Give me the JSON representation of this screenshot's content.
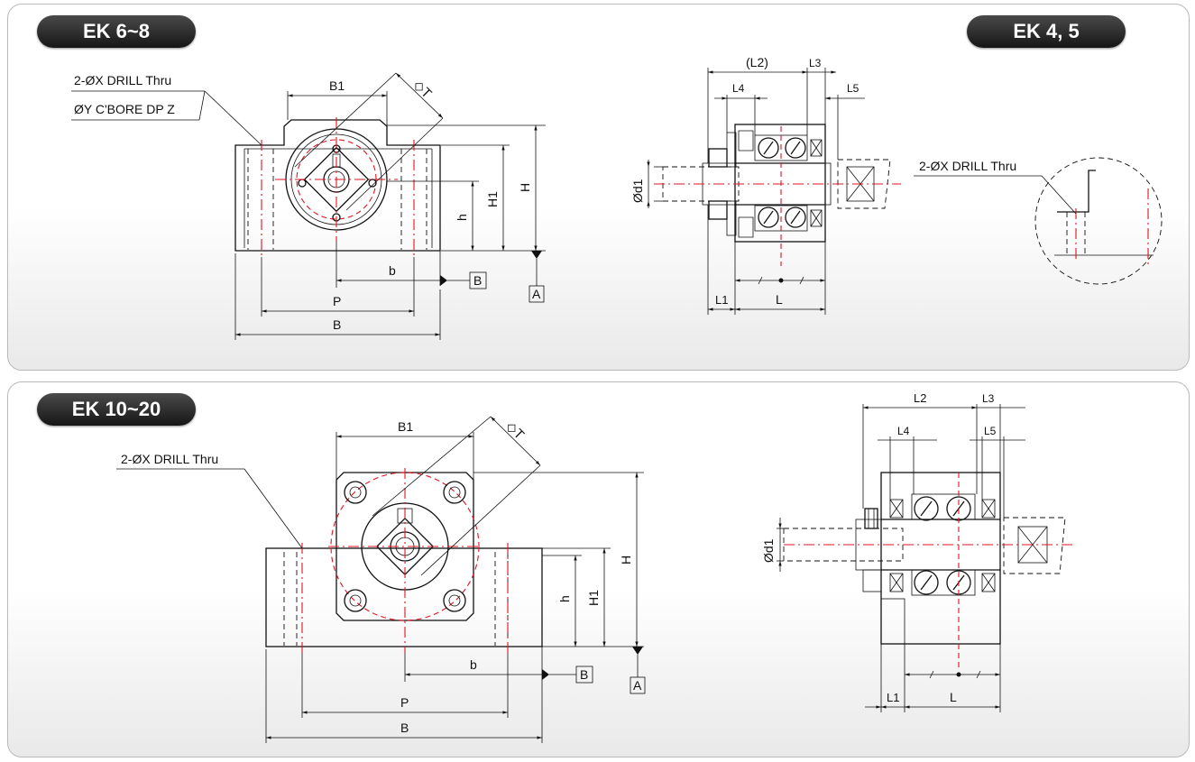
{
  "badges": {
    "ek68": "EK 6~8",
    "ek45": "EK 4, 5",
    "ek1020": "EK 10~20"
  },
  "top_left": {
    "note1": "2-ØX DRILL Thru",
    "note2": "ØY C'BORE DP Z",
    "B1": "B1",
    "T": "◇T",
    "H": "H",
    "H1": "H1",
    "h": "h",
    "b": "b",
    "P": "P",
    "B": "B",
    "refB": "B",
    "refA": "A"
  },
  "top_right": {
    "L2p": "(L2)",
    "L3": "L3",
    "L4": "L4",
    "L5": "L5",
    "d1": "Ød1",
    "L1": "L1",
    "L": "L",
    "detail_note": "2-ØX DRILL Thru"
  },
  "bottom_left": {
    "note1": "2-ØX DRILL Thru",
    "B1": "B1",
    "T": "◇T",
    "H": "H",
    "H1": "H1",
    "h": "h",
    "b": "b",
    "P": "P",
    "B": "B",
    "refB": "B",
    "refA": "A"
  },
  "bottom_right": {
    "L2": "L2",
    "L3": "L3",
    "L4": "L4",
    "L5": "L5",
    "d1": "Ød1",
    "L1": "L1",
    "L": "L"
  }
}
